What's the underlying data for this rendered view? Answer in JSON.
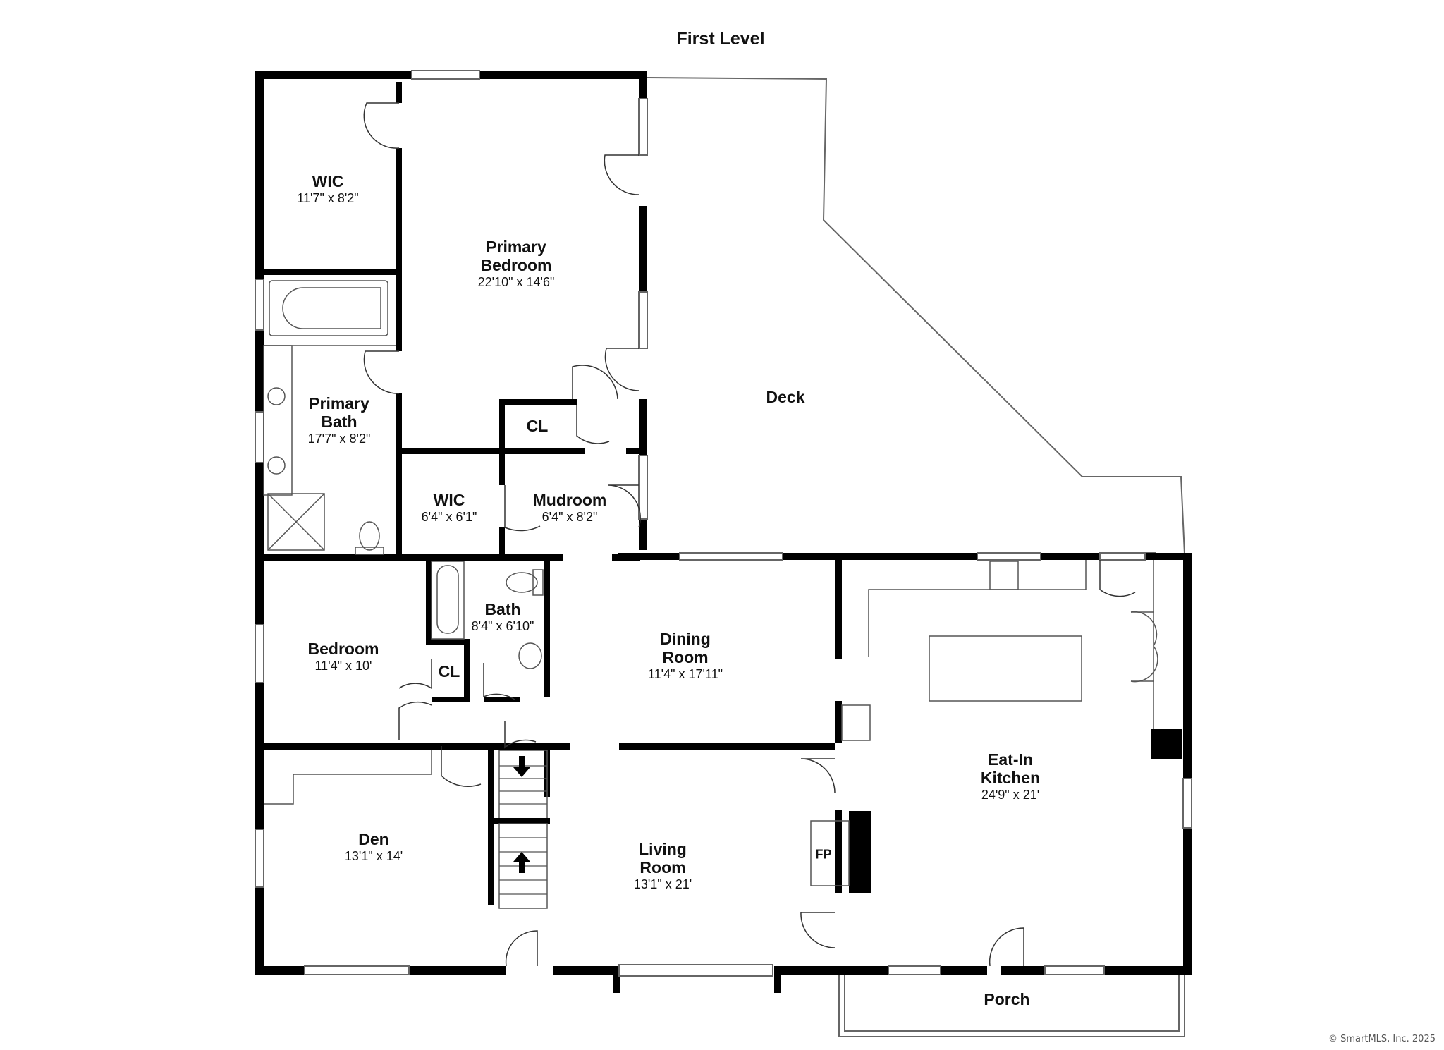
{
  "title": "First Level",
  "rooms": {
    "wic_master": {
      "name": "WIC",
      "dim": "11'7\" x 8'2\""
    },
    "primary_bed": {
      "name": "Primary\nBedroom",
      "dim": "22'10\" x 14'6\""
    },
    "primary_bath": {
      "name": "Primary\nBath",
      "dim": "17'7\" x 8'2\""
    },
    "cl_upper": {
      "name": "CL"
    },
    "wic_small": {
      "name": "WIC",
      "dim": "6'4\" x 6'1\""
    },
    "mudroom": {
      "name": "Mudroom",
      "dim": "6'4\" x 8'2\""
    },
    "deck": {
      "name": "Deck"
    },
    "bath": {
      "name": "Bath",
      "dim": "8'4\" x 6'10\""
    },
    "bedroom": {
      "name": "Bedroom",
      "dim": "11'4\" x 10'"
    },
    "cl_lower": {
      "name": "CL"
    },
    "dining": {
      "name": "Dining\nRoom",
      "dim": "11'4\" x 17'11\""
    },
    "kitchen": {
      "name": "Eat-In\nKitchen",
      "dim": "24'9\" x 21'"
    },
    "den": {
      "name": "Den",
      "dim": "13'1\" x 14'"
    },
    "living": {
      "name": "Living\nRoom",
      "dim": "13'1\" x 21'"
    },
    "fireplace": {
      "name": "FP"
    },
    "porch": {
      "name": "Porch"
    }
  },
  "copyright": "© SmartMLS, Inc. 2025",
  "colors": {
    "wall": "#000000",
    "thin": "#555555",
    "background": "#ffffff"
  }
}
